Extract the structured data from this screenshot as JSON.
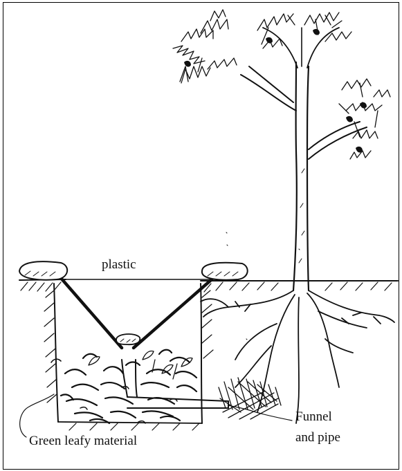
{
  "labels": {
    "plastic": "plastic",
    "green_leafy": "Green leafy material",
    "funnel": "Funnel",
    "and_pipe": "and pipe"
  },
  "colors": {
    "ink": "#111111",
    "background": "#ffffff"
  },
  "icons": [
    "stone",
    "tree",
    "leaf",
    "root"
  ]
}
